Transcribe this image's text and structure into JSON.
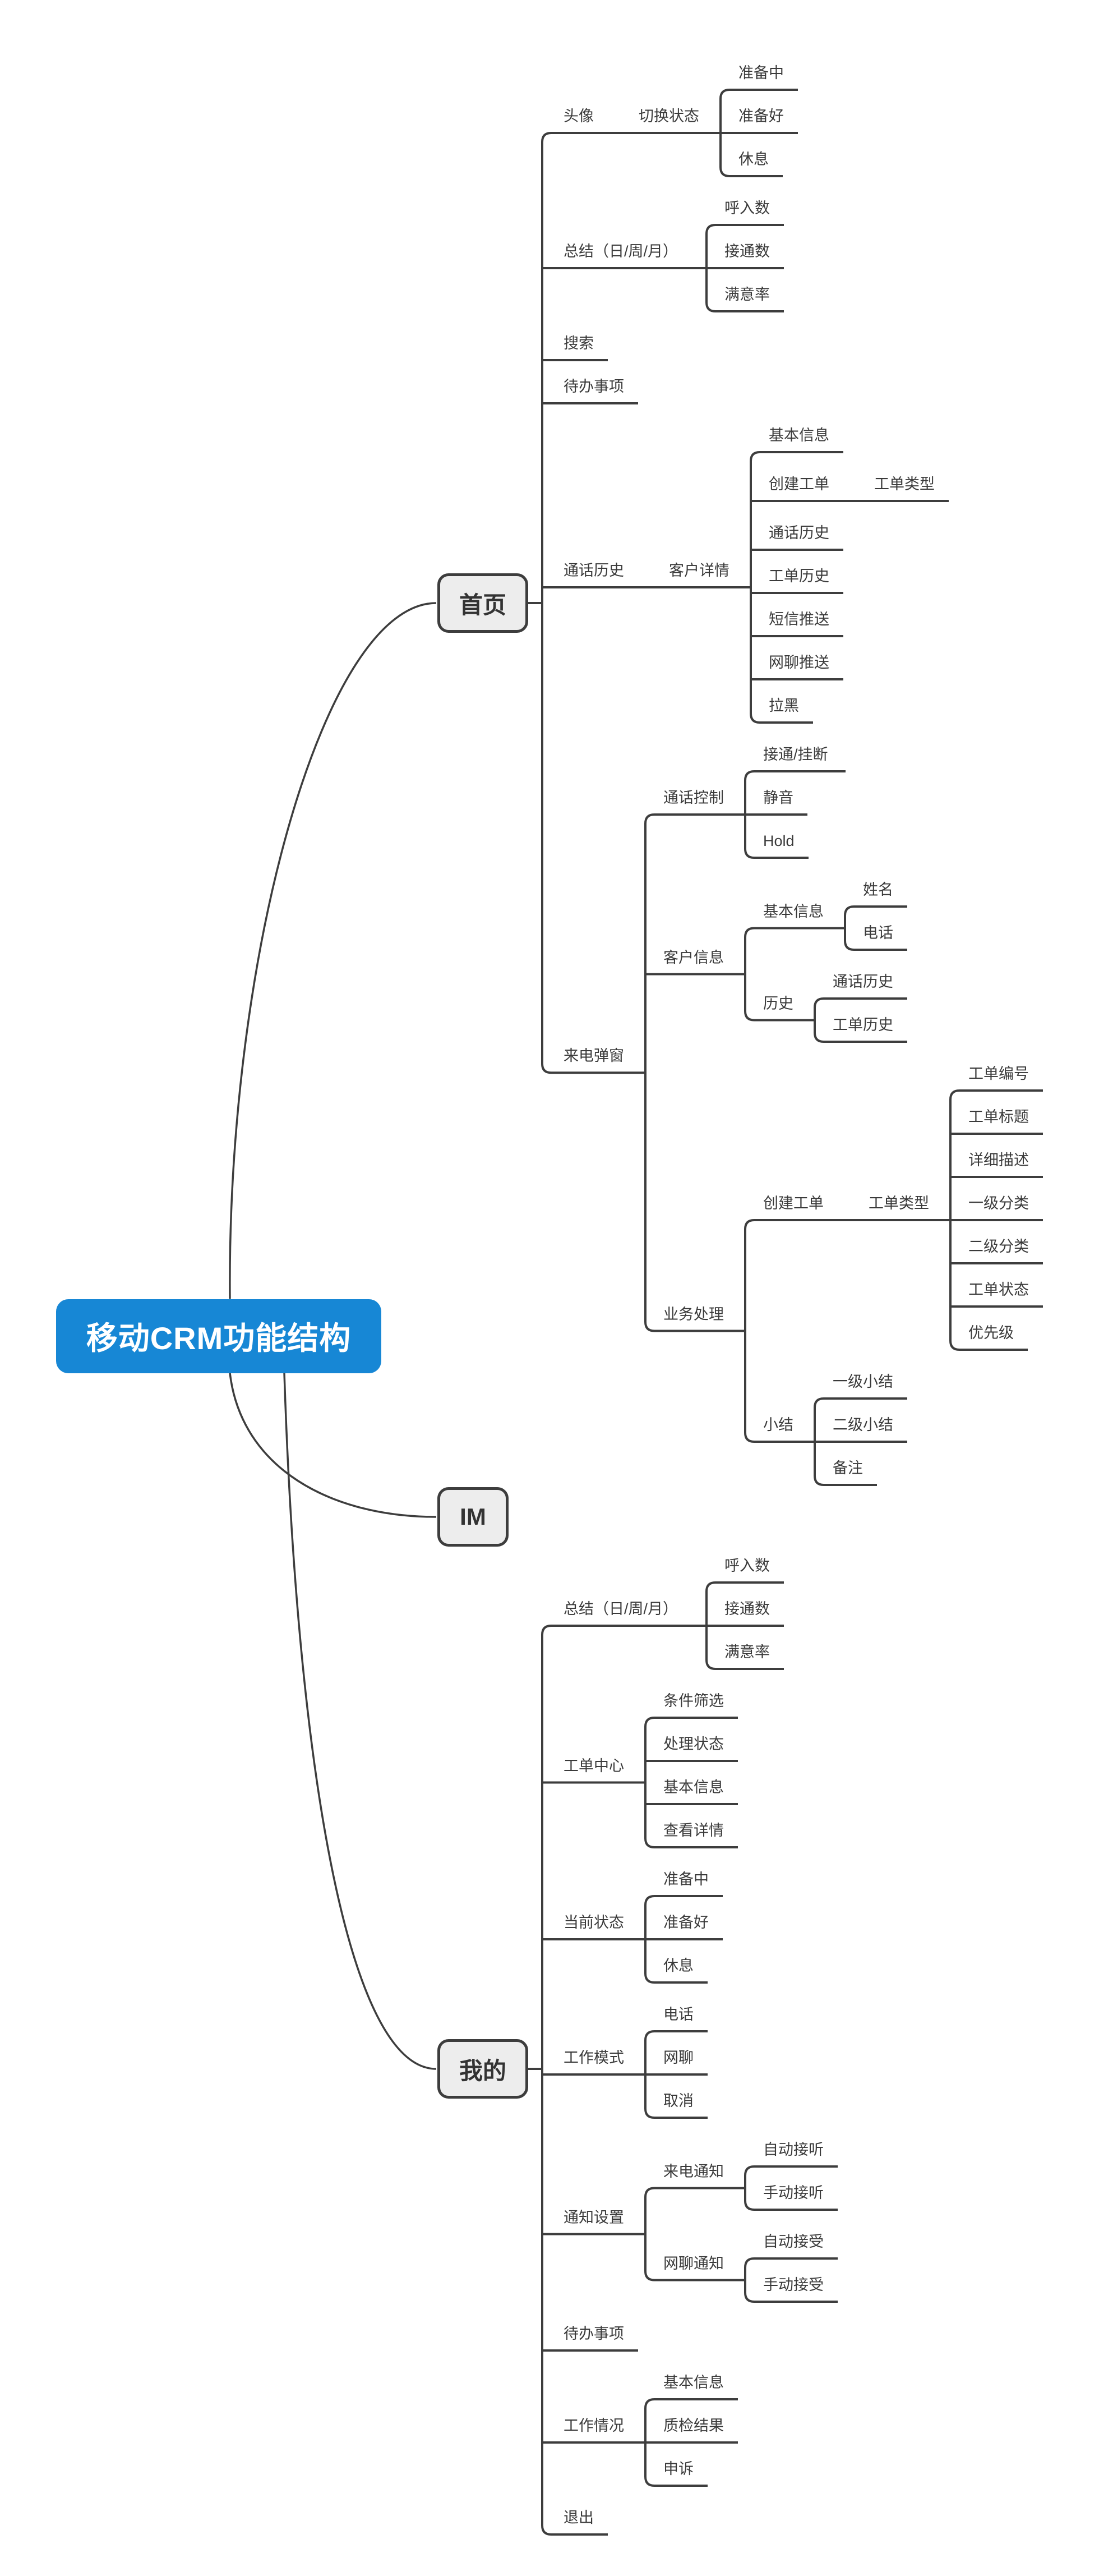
{
  "colors": {
    "root_bg": "#1787d5",
    "root_text": "#ffffff",
    "topic_bg": "#ededed",
    "topic_border": "#3d3d3d",
    "line": "#3d3d3d",
    "text": "#3a3a3a"
  },
  "tree": {
    "id": "root",
    "label": "移动CRM功能结构",
    "type": "root",
    "children": [
      {
        "id": "home",
        "label": "首页",
        "type": "topic",
        "children": [
          {
            "id": "avatar",
            "label": "头像",
            "children": [
              {
                "id": "switch-status",
                "label": "切换状态",
                "children": [
                  {
                    "id": "status-preparing",
                    "label": "准备中"
                  },
                  {
                    "id": "status-ready",
                    "label": "准备好"
                  },
                  {
                    "id": "status-rest",
                    "label": "休息"
                  }
                ]
              }
            ]
          },
          {
            "id": "summary-home",
            "label": "总结（日/周/月）",
            "children": [
              {
                "id": "inbound-count-home",
                "label": "呼入数"
              },
              {
                "id": "connected-count-home",
                "label": "接通数"
              },
              {
                "id": "satisfaction-home",
                "label": "满意率"
              }
            ]
          },
          {
            "id": "search",
            "label": "搜索"
          },
          {
            "id": "todo-home",
            "label": "待办事项"
          },
          {
            "id": "call-history",
            "label": "通话历史",
            "children": [
              {
                "id": "customer-detail",
                "label": "客户详情",
                "children": [
                  {
                    "id": "cd-basic-info",
                    "label": "基本信息"
                  },
                  {
                    "id": "cd-create-ticket",
                    "label": "创建工单",
                    "children": [
                      {
                        "id": "cd-ticket-type",
                        "label": "工单类型"
                      }
                    ]
                  },
                  {
                    "id": "cd-call-history",
                    "label": "通话历史"
                  },
                  {
                    "id": "cd-ticket-history",
                    "label": "工单历史"
                  },
                  {
                    "id": "cd-sms-push",
                    "label": "短信推送"
                  },
                  {
                    "id": "cd-chat-push",
                    "label": "网聊推送"
                  },
                  {
                    "id": "cd-blacklist",
                    "label": "拉黑"
                  }
                ]
              }
            ]
          },
          {
            "id": "incoming-call-popup",
            "label": "来电弹窗",
            "children": [
              {
                "id": "call-control",
                "label": "通话控制",
                "children": [
                  {
                    "id": "answer-hangup",
                    "label": "接通/挂断"
                  },
                  {
                    "id": "mute",
                    "label": "静音"
                  },
                  {
                    "id": "hold",
                    "label": "Hold"
                  }
                ]
              },
              {
                "id": "customer-info",
                "label": "客户信息",
                "children": [
                  {
                    "id": "ci-basic-info",
                    "label": "基本信息",
                    "children": [
                      {
                        "id": "ci-name",
                        "label": "姓名"
                      },
                      {
                        "id": "ci-phone",
                        "label": "电话"
                      }
                    ]
                  },
                  {
                    "id": "ci-history",
                    "label": "历史",
                    "children": [
                      {
                        "id": "ci-call-history",
                        "label": "通话历史"
                      },
                      {
                        "id": "ci-ticket-history",
                        "label": "工单历史"
                      }
                    ]
                  }
                ]
              },
              {
                "id": "business-handling",
                "label": "业务处理",
                "children": [
                  {
                    "id": "bh-create-ticket",
                    "label": "创建工单",
                    "children": [
                      {
                        "id": "bh-ticket-type",
                        "label": "工单类型",
                        "children": [
                          {
                            "id": "ticket-no",
                            "label": "工单编号"
                          },
                          {
                            "id": "ticket-title",
                            "label": "工单标题"
                          },
                          {
                            "id": "ticket-desc",
                            "label": "详细描述"
                          },
                          {
                            "id": "category-1",
                            "label": "一级分类"
                          },
                          {
                            "id": "category-2",
                            "label": "二级分类"
                          },
                          {
                            "id": "ticket-status",
                            "label": "工单状态"
                          },
                          {
                            "id": "ticket-priority",
                            "label": "优先级"
                          }
                        ]
                      }
                    ]
                  },
                  {
                    "id": "wrapup",
                    "label": "小结",
                    "children": [
                      {
                        "id": "wrapup-1",
                        "label": "一级小结"
                      },
                      {
                        "id": "wrapup-2",
                        "label": "二级小结"
                      },
                      {
                        "id": "wrapup-remark",
                        "label": "备注"
                      }
                    ]
                  }
                ]
              }
            ]
          }
        ]
      },
      {
        "id": "im",
        "label": "IM",
        "type": "topic"
      },
      {
        "id": "mine",
        "label": "我的",
        "type": "topic",
        "children": [
          {
            "id": "summary-mine",
            "label": "总结（日/周/月）",
            "children": [
              {
                "id": "inbound-count-mine",
                "label": "呼入数"
              },
              {
                "id": "connected-count-mine",
                "label": "接通数"
              },
              {
                "id": "satisfaction-mine",
                "label": "满意率"
              }
            ]
          },
          {
            "id": "ticket-center",
            "label": "工单中心",
            "children": [
              {
                "id": "tc-filter",
                "label": "条件筛选"
              },
              {
                "id": "tc-handle-status",
                "label": "处理状态"
              },
              {
                "id": "tc-basic-info",
                "label": "基本信息"
              },
              {
                "id": "tc-view-detail",
                "label": "查看详情"
              }
            ]
          },
          {
            "id": "current-status",
            "label": "当前状态",
            "children": [
              {
                "id": "cs-preparing",
                "label": "准备中"
              },
              {
                "id": "cs-ready",
                "label": "准备好"
              },
              {
                "id": "cs-rest",
                "label": "休息"
              }
            ]
          },
          {
            "id": "work-mode",
            "label": "工作模式",
            "children": [
              {
                "id": "wm-phone",
                "label": "电话"
              },
              {
                "id": "wm-chat",
                "label": "网聊"
              },
              {
                "id": "wm-cancel",
                "label": "取消"
              }
            ]
          },
          {
            "id": "notification-settings",
            "label": "通知设置",
            "children": [
              {
                "id": "call-notification",
                "label": "来电通知",
                "children": [
                  {
                    "id": "auto-answer",
                    "label": "自动接听"
                  },
                  {
                    "id": "manual-answer",
                    "label": "手动接听"
                  }
                ]
              },
              {
                "id": "chat-notification",
                "label": "网聊通知",
                "children": [
                  {
                    "id": "auto-accept",
                    "label": "自动接受"
                  },
                  {
                    "id": "manual-accept",
                    "label": "手动接受"
                  }
                ]
              }
            ]
          },
          {
            "id": "todo-mine",
            "label": "待办事项"
          },
          {
            "id": "work-report",
            "label": "工作情况",
            "children": [
              {
                "id": "wr-basic-info",
                "label": "基本信息"
              },
              {
                "id": "wr-qc-result",
                "label": "质检结果"
              },
              {
                "id": "wr-appeal",
                "label": "申诉"
              }
            ]
          },
          {
            "id": "logout",
            "label": "退出"
          }
        ]
      }
    ]
  }
}
